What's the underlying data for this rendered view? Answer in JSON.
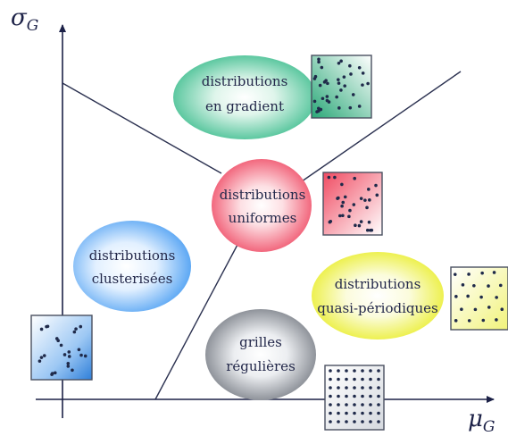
{
  "axes": {
    "y_label": "σ",
    "y_sub": "G",
    "x_label": "μ",
    "x_sub": "G"
  },
  "regions": {
    "gradient": {
      "line1": "distributions",
      "line2": "en gradient",
      "color": "#2fb886"
    },
    "uniform": {
      "line1": "distributions",
      "line2": "uniformes",
      "color": "#ee3e5a"
    },
    "clustered": {
      "line1": "distributions",
      "line2": "clusterisées",
      "color": "#2f8ff0"
    },
    "quasi": {
      "line1": "distributions",
      "line2": "quasi-périodiques",
      "color": "#e8ec1a"
    },
    "grid": {
      "line1": "grilles",
      "line2": "régulières",
      "color": "#6b7079"
    }
  }
}
